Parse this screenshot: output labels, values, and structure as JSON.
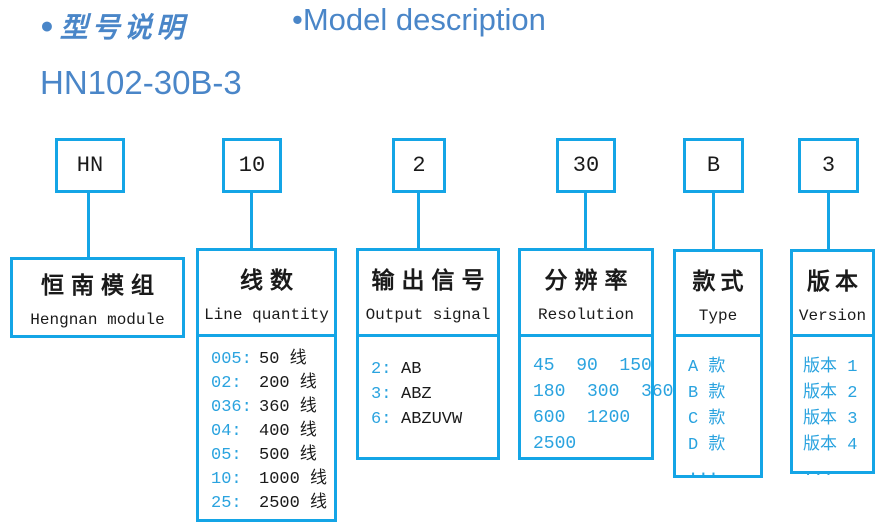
{
  "header": {
    "title_zh": "•型号说明",
    "title_en": "•Model description",
    "model_number": "HN102-30B-3"
  },
  "colors": {
    "accent_cyan": "#14a5e6",
    "title_blue": "#4a86c8",
    "item_blue": "#2aa3df",
    "text_black": "#1a1a1a"
  },
  "columns": [
    {
      "code": "HN",
      "title_zh": "恒南模组",
      "title_en": "Hengnan module",
      "items": []
    },
    {
      "code": "10",
      "title_zh": "线数",
      "title_en": "Line quantity",
      "items": [
        {
          "code": "005:",
          "label": "50 线"
        },
        {
          "code": "02:",
          "label": "200 线"
        },
        {
          "code": "036:",
          "label": "360 线"
        },
        {
          "code": "04:",
          "label": "400 线"
        },
        {
          "code": "05:",
          "label": "500 线"
        },
        {
          "code": "10:",
          "label": "1000 线"
        },
        {
          "code": "25:",
          "label": "2500 线"
        }
      ]
    },
    {
      "code": "2",
      "title_zh": "输出信号",
      "title_en": "Output signal",
      "items": [
        {
          "code": "2:",
          "label": "AB"
        },
        {
          "code": "3:",
          "label": "ABZ"
        },
        {
          "code": "6:",
          "label": "ABZUVW"
        }
      ]
    },
    {
      "code": "30",
      "title_zh": "分辨率",
      "title_en": "Resolution",
      "items": [
        {
          "label": "45  90  150"
        },
        {
          "label": "180  300  360"
        },
        {
          "label": "600  1200"
        },
        {
          "label": "2500"
        }
      ]
    },
    {
      "code": "B",
      "title_zh": "款式",
      "title_en": "Type",
      "items": [
        {
          "label": "A 款"
        },
        {
          "label": "B 款"
        },
        {
          "label": "C 款"
        },
        {
          "label": "D 款"
        },
        {
          "label": "..."
        }
      ]
    },
    {
      "code": "3",
      "title_zh": "版本",
      "title_en": "Version",
      "items": [
        {
          "label": "版本 1"
        },
        {
          "label": "版本 2"
        },
        {
          "label": "版本 3"
        },
        {
          "label": "版本 4"
        },
        {
          "label": "..."
        }
      ]
    }
  ]
}
